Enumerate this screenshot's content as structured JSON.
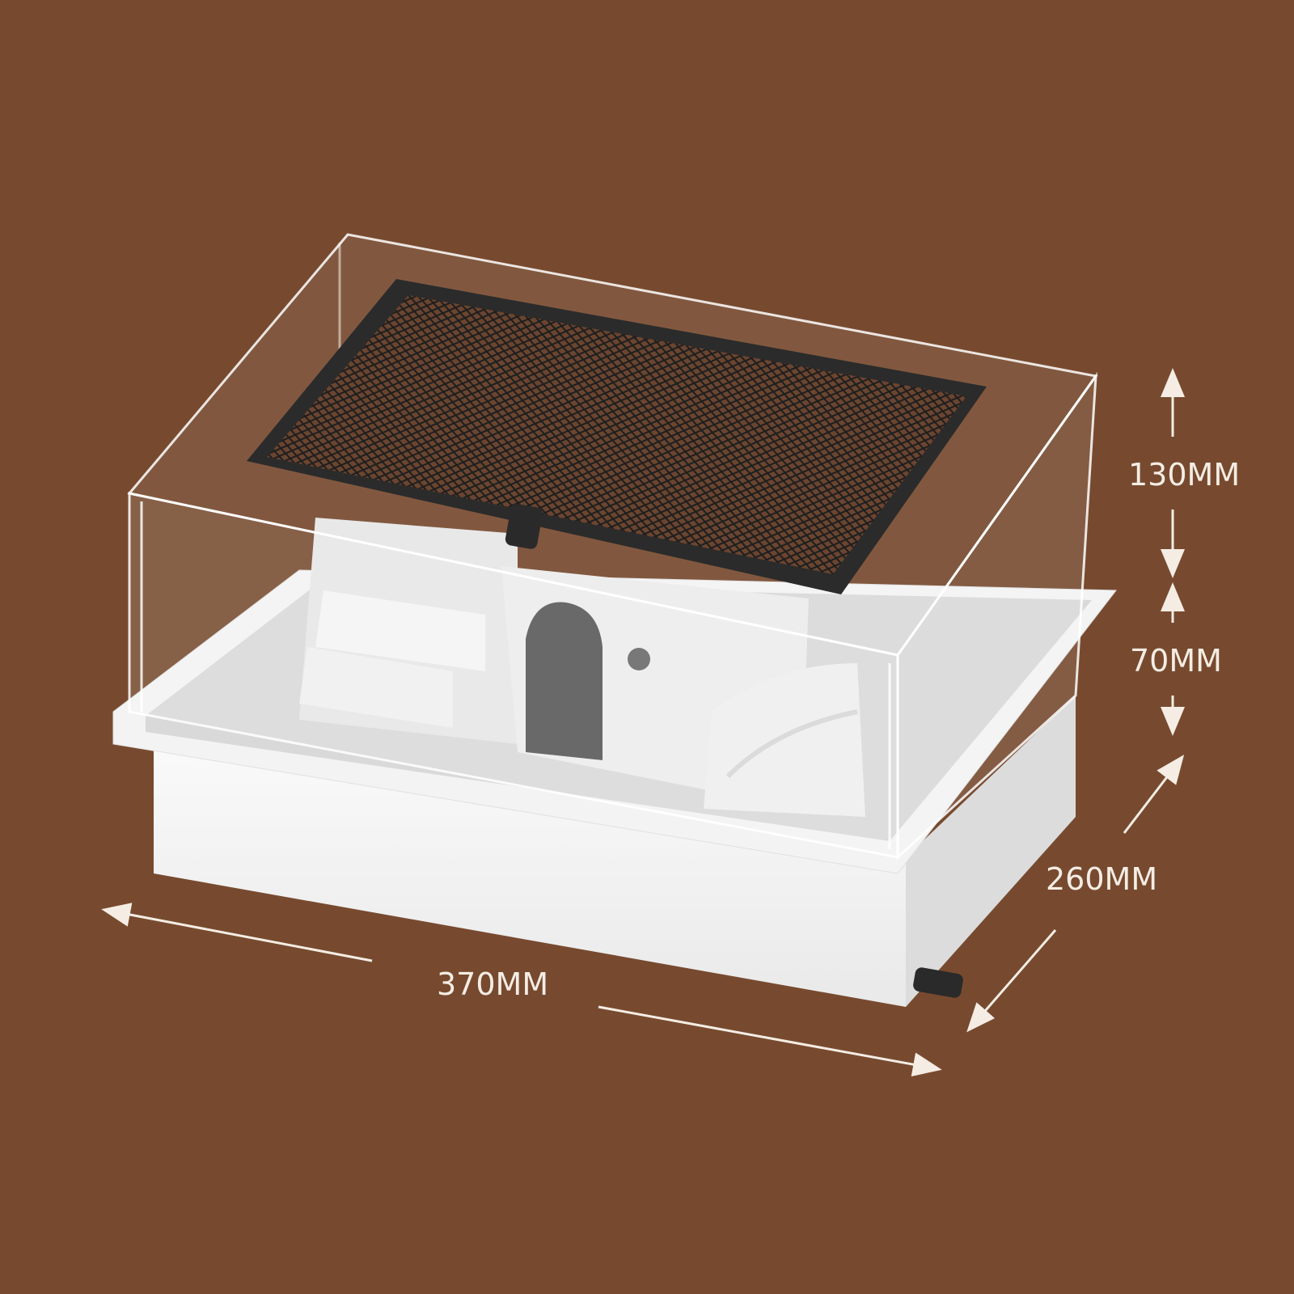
{
  "background_color": "#774a2f",
  "product": {
    "name": "Acrylic reptile/hamster habitat box with mesh lid and white base",
    "colors": {
      "base": "#f4f4f4",
      "acrylic": "#ffffff",
      "mesh_frame": "#2b2b2b",
      "hide_door": "#4a4a4a"
    }
  },
  "dimensions": {
    "upper_height": {
      "label": "130MM"
    },
    "base_height": {
      "label": "70MM"
    },
    "depth": {
      "label": "260MM"
    },
    "width": {
      "label": "370MM"
    }
  },
  "annotation_color": "#f5ede4"
}
